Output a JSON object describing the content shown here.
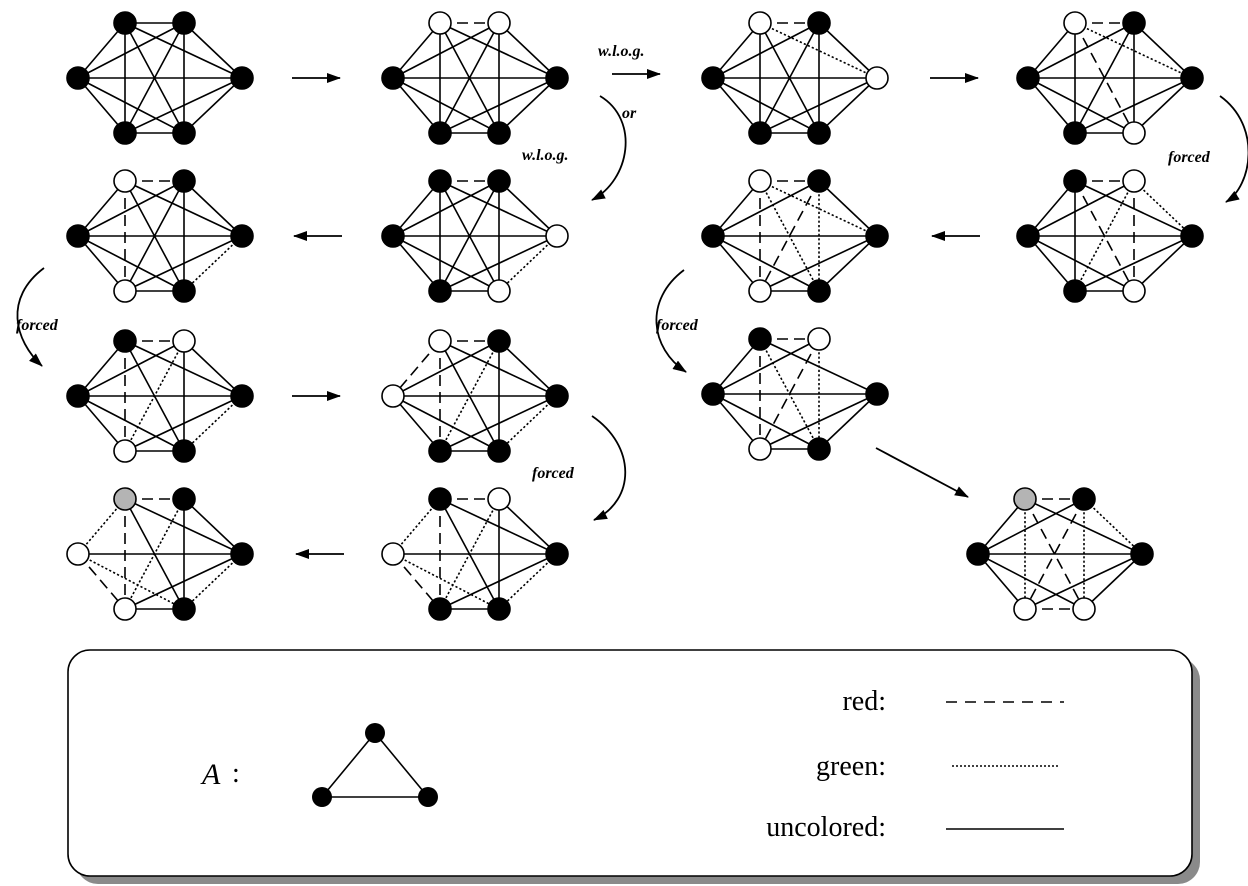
{
  "step_labels": {
    "wlog_top": "w.l.o.g.",
    "or": "or",
    "wlog_second": "w.l.o.g.",
    "forced_right": "forced",
    "forced_left": "forced",
    "forced_middle_right": "forced",
    "forced_bottom": "forced"
  },
  "legend": {
    "set_name": "A",
    "set_separator": ":",
    "red_label": "red:",
    "green_label": "green:",
    "uncolored_label": "uncolored:"
  },
  "edge_styles": [
    "uncolored",
    "red",
    "green"
  ],
  "node_fills": {
    "black": "#000000",
    "white": "#ffffff",
    "gray": "#b4b4b4"
  },
  "graphs": [
    {
      "id": "g1",
      "nodes": {
        "T1": "b",
        "T2": "b",
        "L": "b",
        "R": "b",
        "B1": "b",
        "B2": "b"
      },
      "red": [],
      "green": [],
      "missing": []
    },
    {
      "id": "g2",
      "nodes": {
        "T1": "w",
        "T2": "w",
        "L": "b",
        "R": "b",
        "B1": "b",
        "B2": "b"
      },
      "red": [
        [
          "T1",
          "T2"
        ]
      ],
      "green": [],
      "missing": []
    },
    {
      "id": "g3",
      "nodes": {
        "T1": "w",
        "T2": "b",
        "L": "b",
        "R": "w",
        "B1": "b",
        "B2": "b"
      },
      "red": [
        [
          "T1",
          "T2"
        ]
      ],
      "green": [
        [
          "T1",
          "R"
        ]
      ],
      "missing": []
    },
    {
      "id": "g4",
      "nodes": {
        "T1": "w",
        "T2": "b",
        "L": "b",
        "R": "b",
        "B1": "b",
        "B2": "w"
      },
      "red": [
        [
          "T1",
          "T2"
        ],
        [
          "T1",
          "B2"
        ]
      ],
      "green": [
        [
          "T1",
          "R"
        ]
      ],
      "missing": []
    },
    {
      "id": "g5",
      "nodes": {
        "T1": "w",
        "T2": "b",
        "L": "b",
        "R": "b",
        "B1": "w",
        "B2": "b"
      },
      "red": [
        [
          "T1",
          "T2"
        ],
        [
          "T1",
          "B1"
        ]
      ],
      "green": [
        [
          "R",
          "B2"
        ]
      ],
      "missing": []
    },
    {
      "id": "g6",
      "nodes": {
        "T1": "b",
        "T2": "b",
        "L": "b",
        "R": "w",
        "B1": "b",
        "B2": "w"
      },
      "red": [
        [
          "T1",
          "T2"
        ]
      ],
      "green": [
        [
          "R",
          "B2"
        ]
      ],
      "missing": []
    },
    {
      "id": "g7",
      "nodes": {
        "T1": "w",
        "T2": "b",
        "L": "b",
        "R": "b",
        "B1": "w",
        "B2": "b"
      },
      "red": [
        [
          "T1",
          "T2"
        ],
        [
          "T1",
          "B1"
        ],
        [
          "T2",
          "B1"
        ]
      ],
      "green": [
        [
          "T1",
          "R"
        ],
        [
          "T1",
          "B2"
        ],
        [
          "T2",
          "B2"
        ]
      ],
      "missing": []
    },
    {
      "id": "g8",
      "nodes": {
        "T1": "b",
        "T2": "w",
        "L": "b",
        "R": "b",
        "B1": "b",
        "B2": "w"
      },
      "red": [
        [
          "T1",
          "T2"
        ],
        [
          "T1",
          "B2"
        ],
        [
          "T2",
          "B2"
        ]
      ],
      "green": [
        [
          "T2",
          "R"
        ],
        [
          "T2",
          "B1"
        ]
      ],
      "missing": []
    },
    {
      "id": "g9",
      "nodes": {
        "T1": "b",
        "T2": "w",
        "L": "b",
        "R": "b",
        "B1": "w",
        "B2": "b"
      },
      "red": [
        [
          "T1",
          "T2"
        ],
        [
          "T1",
          "B1"
        ]
      ],
      "green": [
        [
          "T2",
          "B1"
        ],
        [
          "R",
          "B2"
        ]
      ],
      "missing": []
    },
    {
      "id": "g10",
      "nodes": {
        "T1": "w",
        "T2": "b",
        "L": "w",
        "R": "b",
        "B1": "b",
        "B2": "b"
      },
      "red": [
        [
          "T1",
          "T2"
        ],
        [
          "L",
          "T1"
        ],
        [
          "T1",
          "B1"
        ]
      ],
      "green": [
        [
          "T2",
          "B1"
        ],
        [
          "R",
          "B2"
        ]
      ],
      "missing": []
    },
    {
      "id": "g11",
      "nodes": {
        "T1": "b",
        "T2": "w",
        "L": "b",
        "R": "b",
        "B1": "w",
        "B2": "b"
      },
      "red": [
        [
          "T1",
          "T2"
        ],
        [
          "T1",
          "B1"
        ],
        [
          "T2",
          "B1"
        ]
      ],
      "green": [
        [
          "T1",
          "B2"
        ],
        [
          "T2",
          "B2"
        ]
      ],
      "missing": [
        [
          "T2",
          "R"
        ]
      ]
    },
    {
      "id": "g12",
      "nodes": {
        "T1": "g",
        "T2": "b",
        "L": "w",
        "R": "b",
        "B1": "w",
        "B2": "b"
      },
      "red": [
        [
          "T1",
          "T2"
        ],
        [
          "L",
          "B1"
        ],
        [
          "T1",
          "B1"
        ]
      ],
      "green": [
        [
          "L",
          "T1"
        ],
        [
          "L",
          "B2"
        ],
        [
          "T2",
          "B1"
        ],
        [
          "R",
          "B2"
        ]
      ],
      "missing": [
        [
          "L",
          "T2"
        ]
      ]
    },
    {
      "id": "g13",
      "nodes": {
        "T1": "b",
        "T2": "w",
        "L": "w",
        "R": "b",
        "B1": "b",
        "B2": "b"
      },
      "red": [
        [
          "T1",
          "T2"
        ],
        [
          "L",
          "B1"
        ],
        [
          "T1",
          "B1"
        ]
      ],
      "green": [
        [
          "L",
          "T1"
        ],
        [
          "L",
          "B2"
        ],
        [
          "T2",
          "B1"
        ],
        [
          "R",
          "B2"
        ]
      ],
      "missing": [
        [
          "L",
          "T2"
        ]
      ]
    },
    {
      "id": "g14",
      "nodes": {
        "T1": "g",
        "T2": "b",
        "L": "b",
        "R": "b",
        "B1": "w",
        "B2": "w"
      },
      "red": [
        [
          "T1",
          "T2"
        ],
        [
          "B1",
          "B2"
        ],
        [
          "T1",
          "B2"
        ],
        [
          "T2",
          "B1"
        ]
      ],
      "green": [
        [
          "T1",
          "B1"
        ],
        [
          "T2",
          "R"
        ],
        [
          "T2",
          "B2"
        ]
      ],
      "missing": []
    }
  ]
}
